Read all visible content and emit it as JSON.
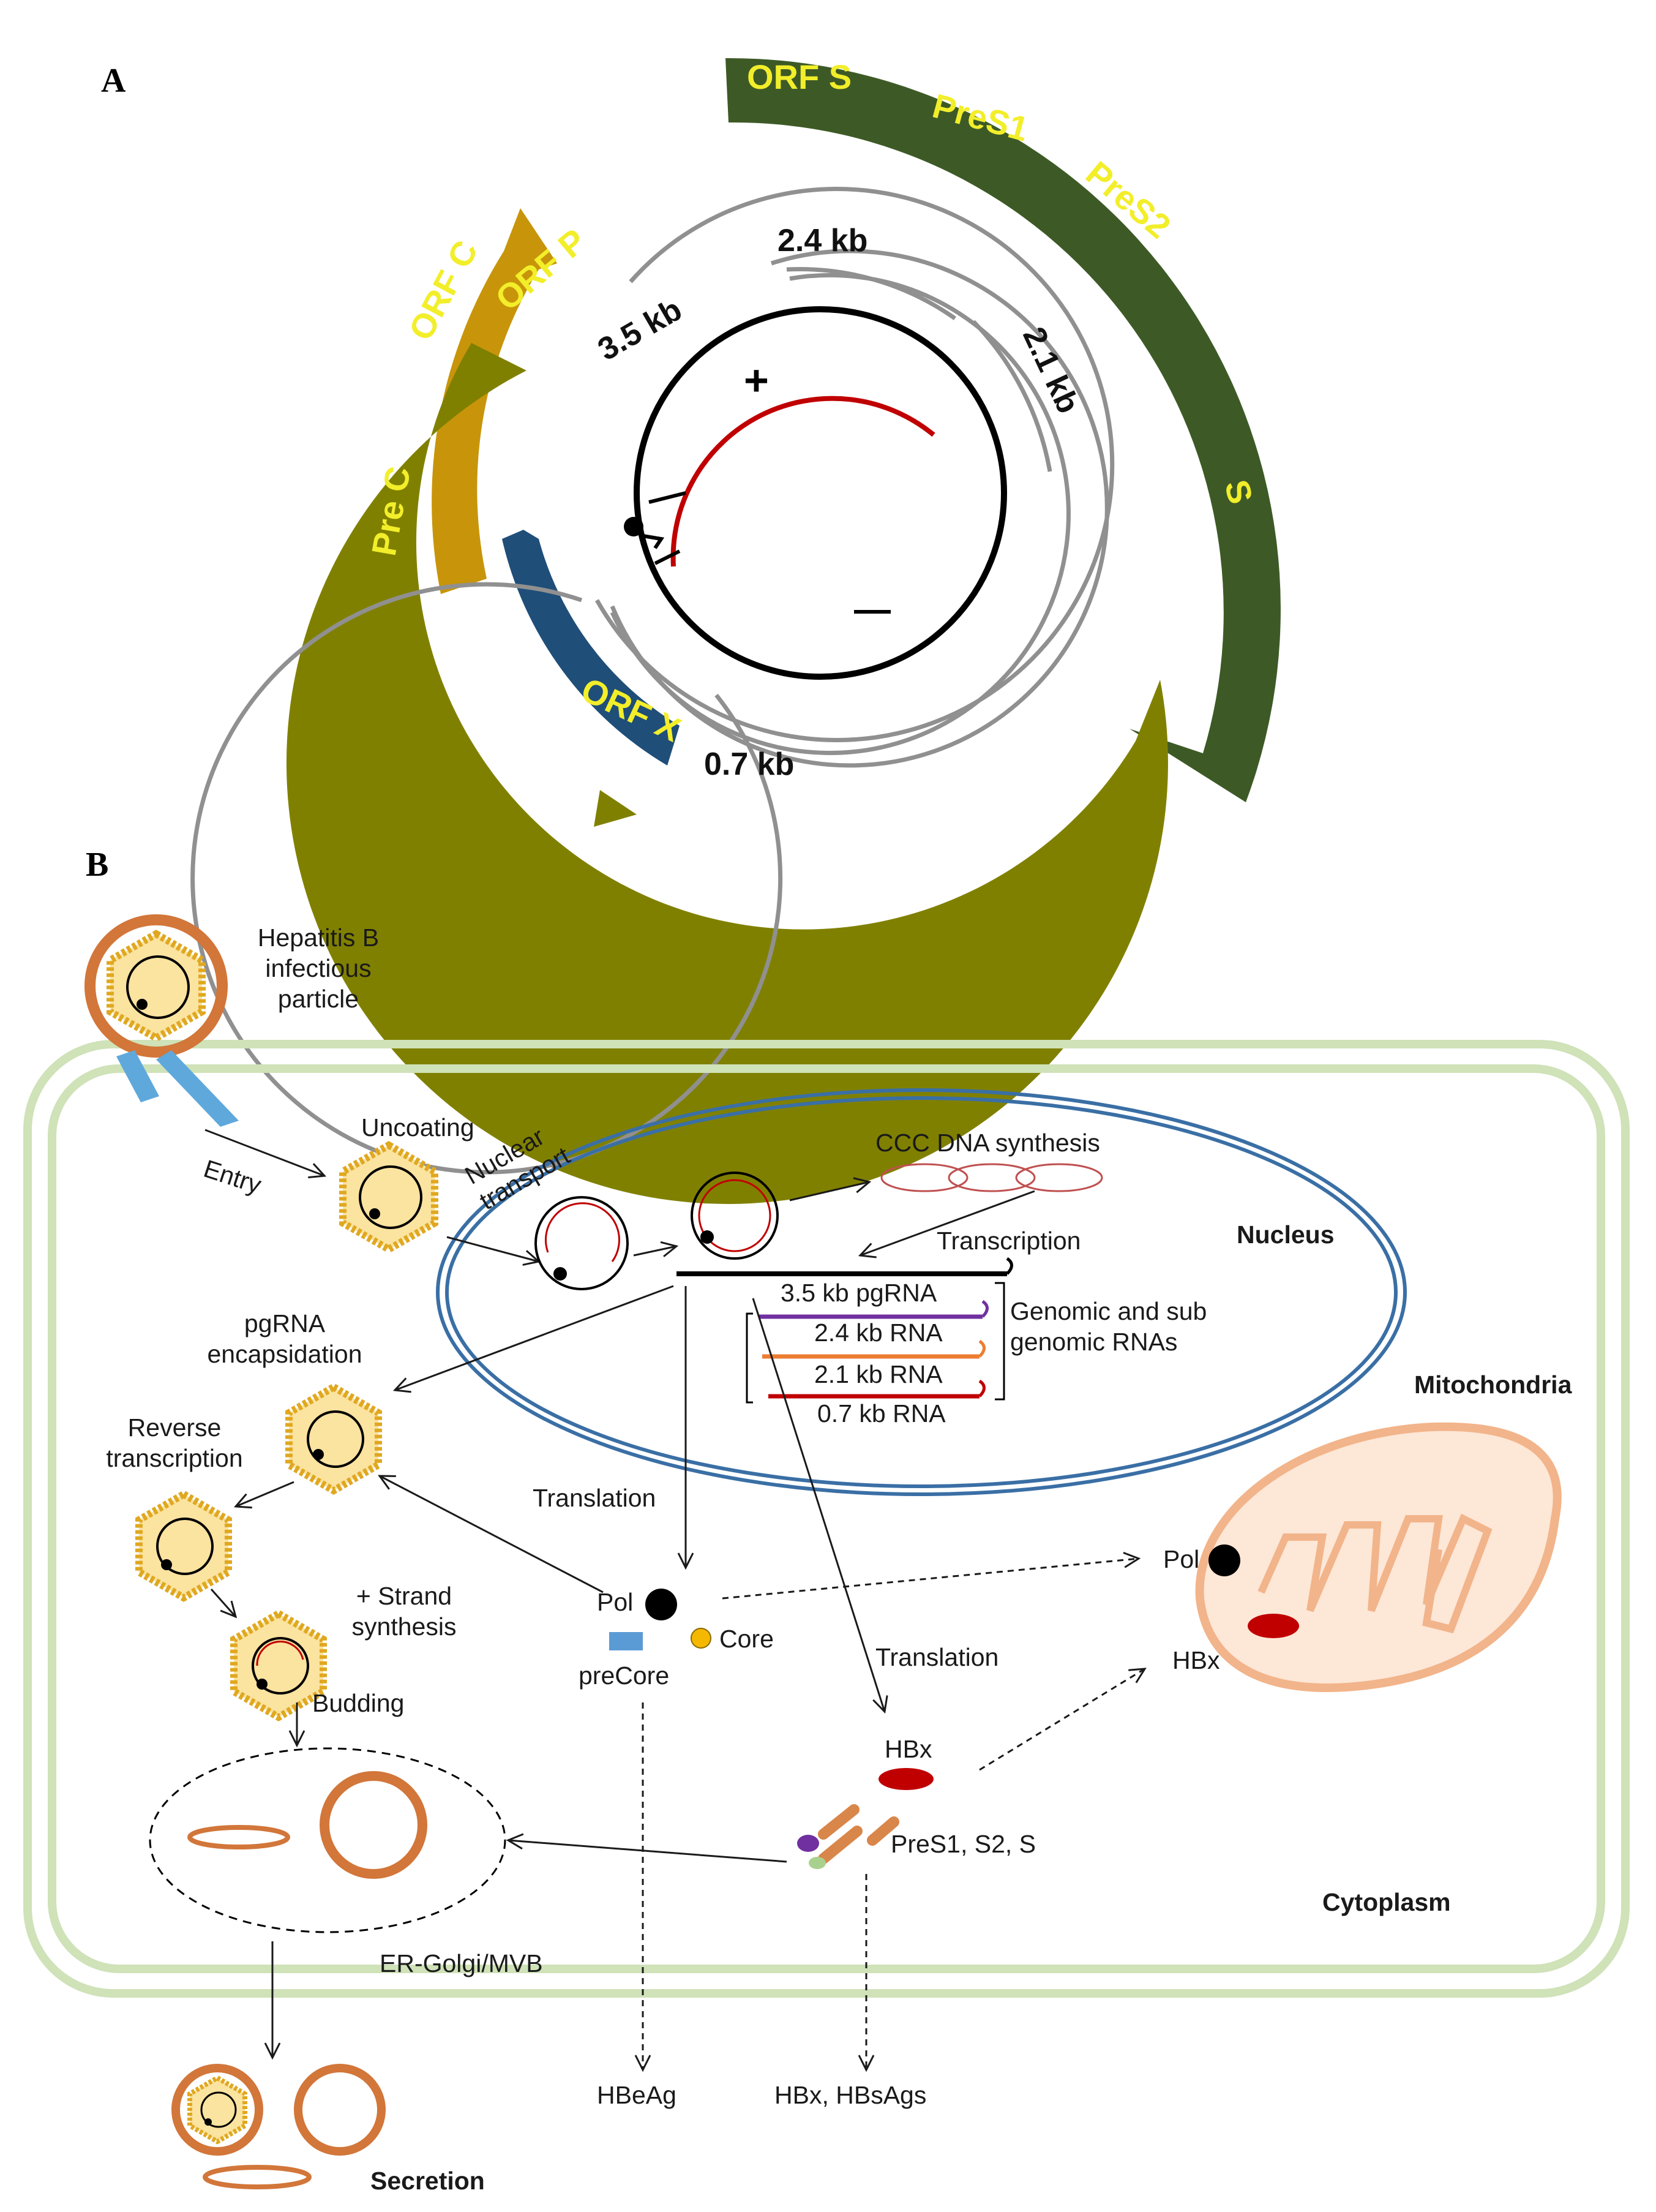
{
  "panel_a": {
    "letter": "A",
    "orfs": {
      "orf_s": "ORF S",
      "pres1": "PreS1",
      "pres2": "PreS2",
      "s": "S",
      "orf_c": "ORF C",
      "pre_c": "Pre C",
      "orf_p": "ORF P",
      "orf_x": "ORF X"
    },
    "transcripts": {
      "kb_35": "3.5 kb",
      "kb_24": "2.4 kb",
      "kb_21": "2.1 kb",
      "kb_07": "0.7 kb"
    },
    "strands": {
      "plus": "+",
      "minus": "—"
    },
    "colors": {
      "orf_s_green": "#3d5a26",
      "orf_p_olive": "#808000",
      "orf_c_gold": "#c8950a",
      "orf_x_blue": "#1f4e79",
      "label_yellow": "#f2ee2a",
      "plus_strand_red": "#c00000",
      "rna_gray": "#909090"
    }
  },
  "panel_b": {
    "letter": "B",
    "hbv_particle": "Hepatitis  B\ninfectious\nparticle",
    "entry": "Entry",
    "uncoating": "Uncoating",
    "nuclear_transport": "Nuclear\ntransport",
    "ccc_dna": "CCC DNA synthesis",
    "transcription": "Transcription",
    "nucleus": "Nucleus",
    "rnas": [
      "3.5 kb pgRNA",
      "2.4 kb RNA",
      "2.1 kb RNA",
      "0.7 kb RNA"
    ],
    "genomic": "Genomic  and  sub\ngenomic RNAs",
    "mitochondria": "Mitochondria",
    "pgrna_encaps": "pgRNA\nencapsidation",
    "reverse_tx": "Reverse\ntranscription",
    "plus_strand": "+ Strand\nsynthesis",
    "budding": "Budding",
    "translation_1": "Translation",
    "translation_2": "Translation",
    "pol_1": "Pol",
    "pol_2": "Pol",
    "core": "Core",
    "precore": "preCore",
    "hbx_1": "HBx",
    "hbx_2": "HBx",
    "pres_products": "PreS1, S2, S",
    "er_golgi": "ER-Golgi/MVB",
    "cytoplasm": "Cytoplasm",
    "hbeag": "HBeAg",
    "hbx_hbsags": "HBx, HBsAgs",
    "secretion": "Secretion",
    "colors": {
      "cell_membrane": "#cfe2b8",
      "nucleus_blue": "#3a6fa5",
      "envelope_orange": "#d2763a",
      "capsid_fill": "#fbe3a0",
      "capsid_bead": "#e0a820",
      "receptor_blue": "#5fa8dc",
      "hbx_red": "#c00000",
      "mito_orange": "#f2b48a",
      "rna_purple": "#7030a0",
      "rna_orange": "#ed7d31",
      "rna_red": "#c00000"
    }
  }
}
